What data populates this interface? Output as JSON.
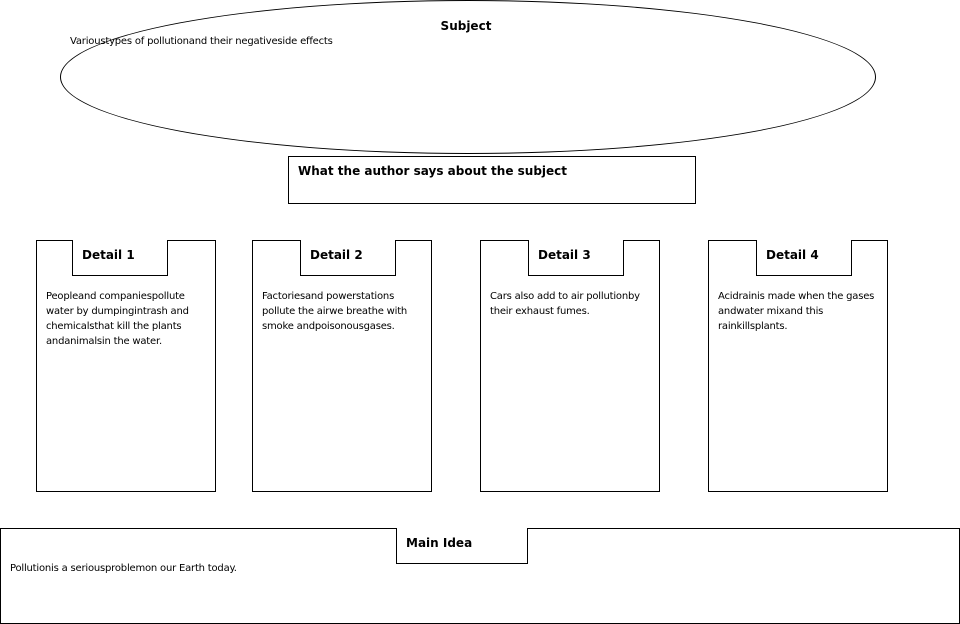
{
  "subject": {
    "title": "Subject",
    "text": "Varioustypes of pollutionand their negativeside effects"
  },
  "author": {
    "title": "What the author says  about the subject"
  },
  "details": [
    {
      "title": "Detail 1",
      "text": "Peopleand companiespollute water by dumpingintrash and chemicalsthat kill the plants andanimalsin the water."
    },
    {
      "title": "Detail 2",
      "text": "Factoriesand powerstations pollute the airwe breathe with smoke andpoisonousgases."
    },
    {
      "title": "Detail 3",
      "text": "Cars also add to air pollutionby their exhaust fumes."
    },
    {
      "title": "Detail 4",
      "text": "Acidrainis made when the gases andwater mixand this rainkillsplants."
    }
  ],
  "main_idea": {
    "title": "Main Idea",
    "text": "Pollutionis a seriousproblemon our Earth today."
  }
}
